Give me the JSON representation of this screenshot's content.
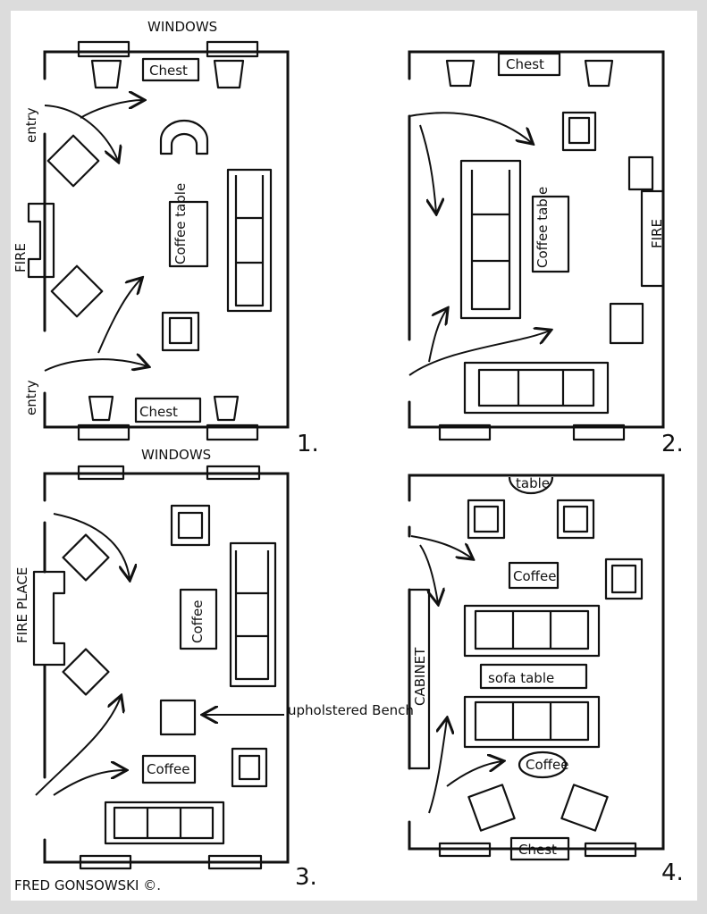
{
  "plan1": {
    "windows_top": "WINDOWS",
    "chest_top": "Chest",
    "entry_top": "entry",
    "fire": "FIRE",
    "coffee_table": "Coffee table",
    "entry_bottom": "entry",
    "chest_bottom": "Chest",
    "windows_bottom": "WINDOWS",
    "number": "1."
  },
  "plan2": {
    "chest": "Chest",
    "coffee_table": "Coffee table",
    "fire": "FIRE",
    "number": "2."
  },
  "plan3": {
    "fireplace": "FIRE PLACE",
    "coffee_top": "Coffee",
    "bench_label": "upholstered Bench",
    "coffee_bottom": "Coffee",
    "number": "3."
  },
  "plan4": {
    "table": "table",
    "coffee_top": "Coffee",
    "cabinet": "CABINET",
    "sofa_table": "sofa table",
    "coffee_round": "Coffee",
    "chest": "Chest",
    "number": "4."
  },
  "credit": "FRED GONSOWSKI ©."
}
